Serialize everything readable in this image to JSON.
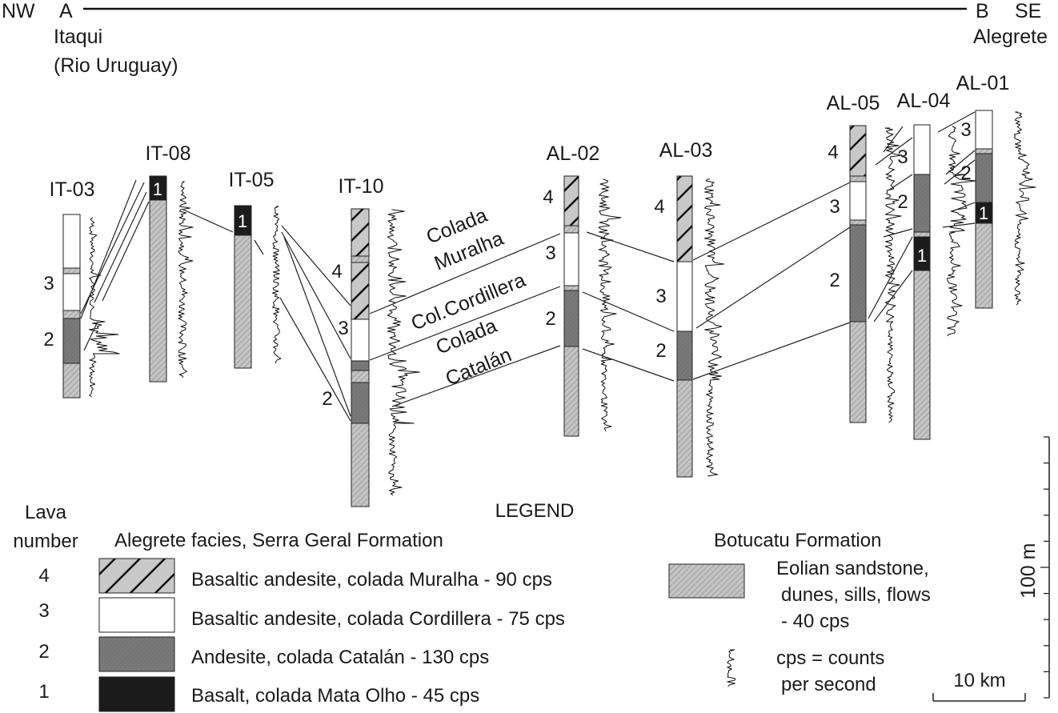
{
  "profile": {
    "left_dir": "NW",
    "left_point": "A",
    "left_place_line1": "Itaqui",
    "left_place_line2": "(Rio Uruguay)",
    "right_point": "B",
    "right_dir": "SE",
    "right_place": "Alegrete"
  },
  "colors": {
    "muralha_fill": "#c8c8c8",
    "muralha_stripe": "#111111",
    "cordillera_fill": "#ffffff",
    "catalan_fill": "#7a7a7a",
    "mata_olho_fill": "#1c1c1c",
    "sandstone_fill": "#c4c4c4",
    "outline": "#222222"
  },
  "wells": [
    {
      "name": "IT-03"
    },
    {
      "name": "IT-08",
      "unit_label": "1"
    },
    {
      "name": "IT-05",
      "unit_label": "1"
    },
    {
      "name": "IT-10"
    },
    {
      "name": "AL-02"
    },
    {
      "name": "AL-03"
    },
    {
      "name": "AL-05"
    },
    {
      "name": "AL-04",
      "unit_label": "1"
    },
    {
      "name": "AL-01",
      "unit_label": "1"
    }
  ],
  "lava_numbers": {
    "it03": [
      "3",
      "2"
    ],
    "it10": [
      "4",
      "3",
      "2"
    ],
    "al02": [
      "4",
      "3",
      "2"
    ],
    "al03": [
      "4",
      "3",
      "2"
    ],
    "al05": [
      "4",
      "3",
      "2"
    ],
    "al04": [
      "3",
      "2"
    ],
    "al01": [
      "3",
      "2"
    ]
  },
  "flow_labels": {
    "muralha_line1": "Colada",
    "muralha_line2": "Muralha",
    "cordillera": "Col.Cordillera",
    "catalan_line1": "Colada",
    "catalan_line2": "Catalán"
  },
  "legend": {
    "title": "LEGEND",
    "lava_number_line1": "Lava",
    "lava_number_line2": "number",
    "group_left": "Alegrete facies, Serra Geral Formation",
    "group_right": "Botucatu Formation",
    "items": [
      {
        "number": "4",
        "label": "Basaltic andesite, colada Muralha - 90 cps"
      },
      {
        "number": "3",
        "label": "Basaltic andesite, colada Cordillera - 75 cps"
      },
      {
        "number": "2",
        "label": "Andesite, colada Catalán - 130 cps"
      },
      {
        "number": "1",
        "label": "Basalt, colada Mata Olho - 45 cps"
      }
    ],
    "sandstone_line1": "Eolian sandstone,",
    "sandstone_line2": "dunes, sills, flows",
    "sandstone_line3": "- 40 cps",
    "cps_line1": "cps = counts",
    "cps_line2": "per second"
  },
  "scale": {
    "vertical_label": "100 m",
    "horizontal_label": "10 km"
  }
}
